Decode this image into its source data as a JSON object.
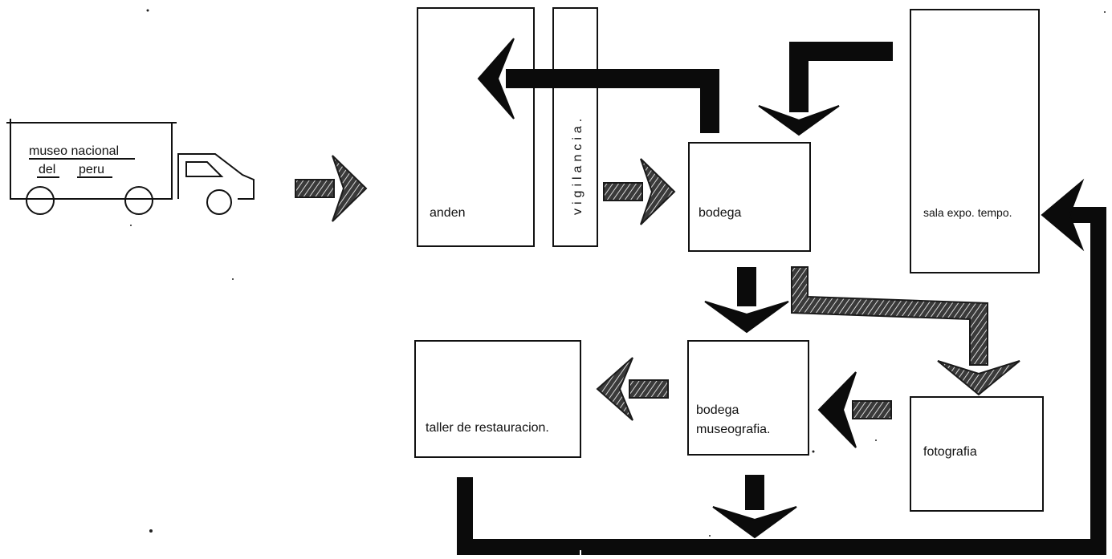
{
  "truck": {
    "line1": "museo nacional",
    "line2_a": "del",
    "line2_b": "peru"
  },
  "rooms": {
    "anden": "anden",
    "vigilancia": "vigilancia.",
    "bodega": "bodega",
    "sala": "sala expo. tempo.",
    "taller": "taller de restauracion.",
    "bodega_museo_1": "bodega",
    "bodega_museo_2": "museografia.",
    "fotografia": "fotografia"
  }
}
